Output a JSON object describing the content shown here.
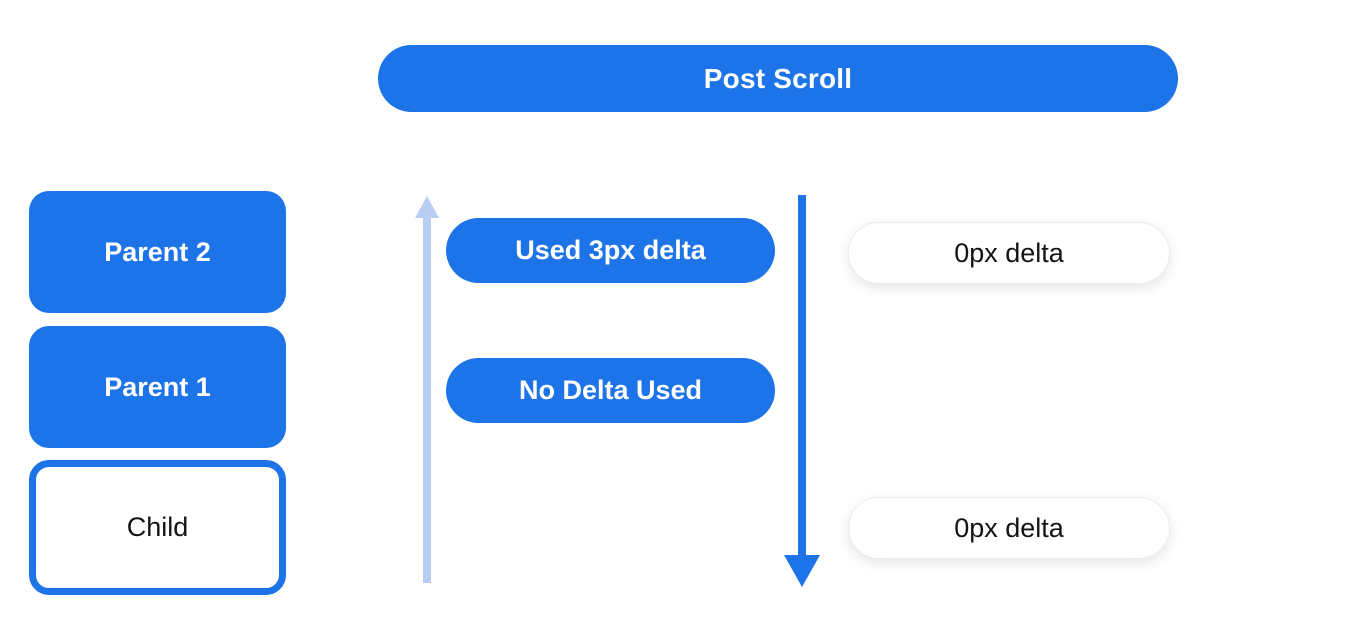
{
  "banner": {
    "label": "Post Scroll"
  },
  "scrollable_stack": [
    {
      "label": "Parent 2",
      "variant": "filled"
    },
    {
      "label": "Parent 1",
      "variant": "filled"
    },
    {
      "label": "Child",
      "variant": "outlined"
    }
  ],
  "delta_annotations": [
    {
      "label": "Used 3px delta",
      "style": "blue-pill"
    },
    {
      "label": "No Delta Used",
      "style": "blue-pill"
    },
    {
      "label": "0px delta",
      "style": "white-pill"
    },
    {
      "label": "0px delta",
      "style": "white-pill"
    }
  ],
  "icons": {
    "up_arrow": "up-arrow",
    "down_arrow": "down-arrow"
  },
  "colors": {
    "primary_blue": "#1d73e8",
    "light_blue": "#b7cdf2",
    "pill_white": "#ffffff",
    "text_on_blue": "#ffffff",
    "text_dark": "#141414",
    "background": "#ffffff"
  }
}
